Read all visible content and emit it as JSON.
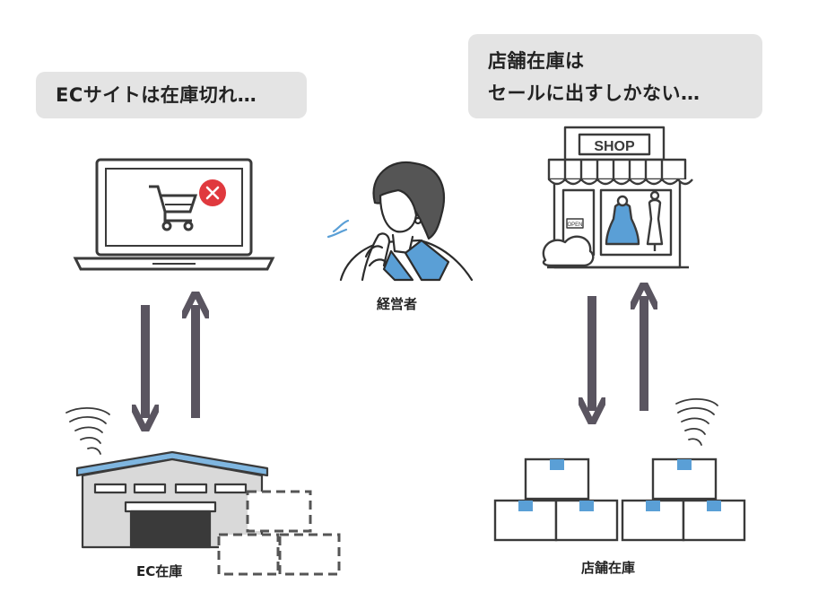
{
  "bubbles": {
    "left": "ECサイトは在庫切れ…",
    "right_line1": "店舗在庫は",
    "right_line2": "セールに出すしかない…"
  },
  "labels": {
    "manager": "経営者",
    "ec_stock": "EC在庫",
    "store_stock": "店舗在庫",
    "shop_sign": "SHOP",
    "open_sign": "OPEN"
  },
  "colors": {
    "arrow": "#5a5560",
    "line": "#3a3a3a",
    "blue": "#5a9fd6",
    "alert": "#e0393e",
    "bubble": "#e4e4e4",
    "warehouse_roof": "#7fb6e0"
  }
}
